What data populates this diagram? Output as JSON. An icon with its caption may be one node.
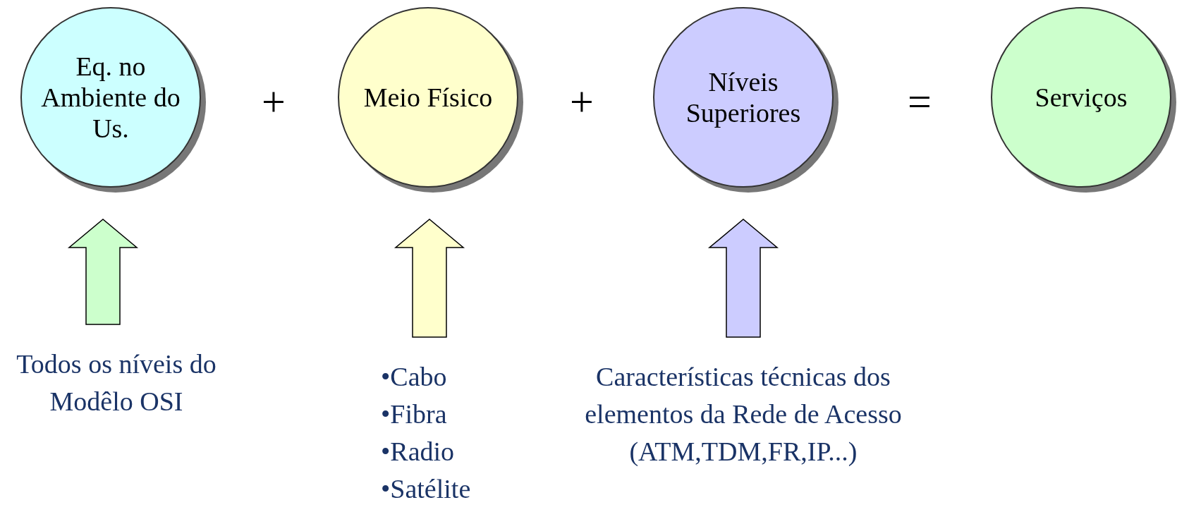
{
  "diagram": {
    "nodes": [
      {
        "text": [
          "Eq. no Ambiente do Us."
        ]
      },
      {
        "text": [
          "Meio Físico"
        ]
      },
      {
        "text": [
          "Níveis Superiores"
        ]
      },
      {
        "text": [
          "Serviços"
        ]
      },
      {
        "text": [
          "Todos os níveis do Modêlo OSI"
        ]
      },
      {
        "text": [
          "•Cabo",
          "•Fibra",
          "•Radio",
          "•Satélite"
        ]
      },
      {
        "text": [
          "Características técnicas dos elementos  da Rede de Acesso (ATM,TDM,FR,IP...)"
        ]
      }
    ],
    "edges": [
      {
        "from": 4,
        "to": 0,
        "arrow": "to",
        "style": "thick",
        "color": "#ccffcc"
      },
      {
        "from": 5,
        "to": 1,
        "arrow": "to",
        "style": "thick",
        "color": "#ffffcc"
      },
      {
        "from": 6,
        "to": 2,
        "arrow": "to",
        "style": "thick",
        "color": "#ccccff"
      }
    ],
    "labels": [
      "+",
      "+",
      "="
    ]
  }
}
